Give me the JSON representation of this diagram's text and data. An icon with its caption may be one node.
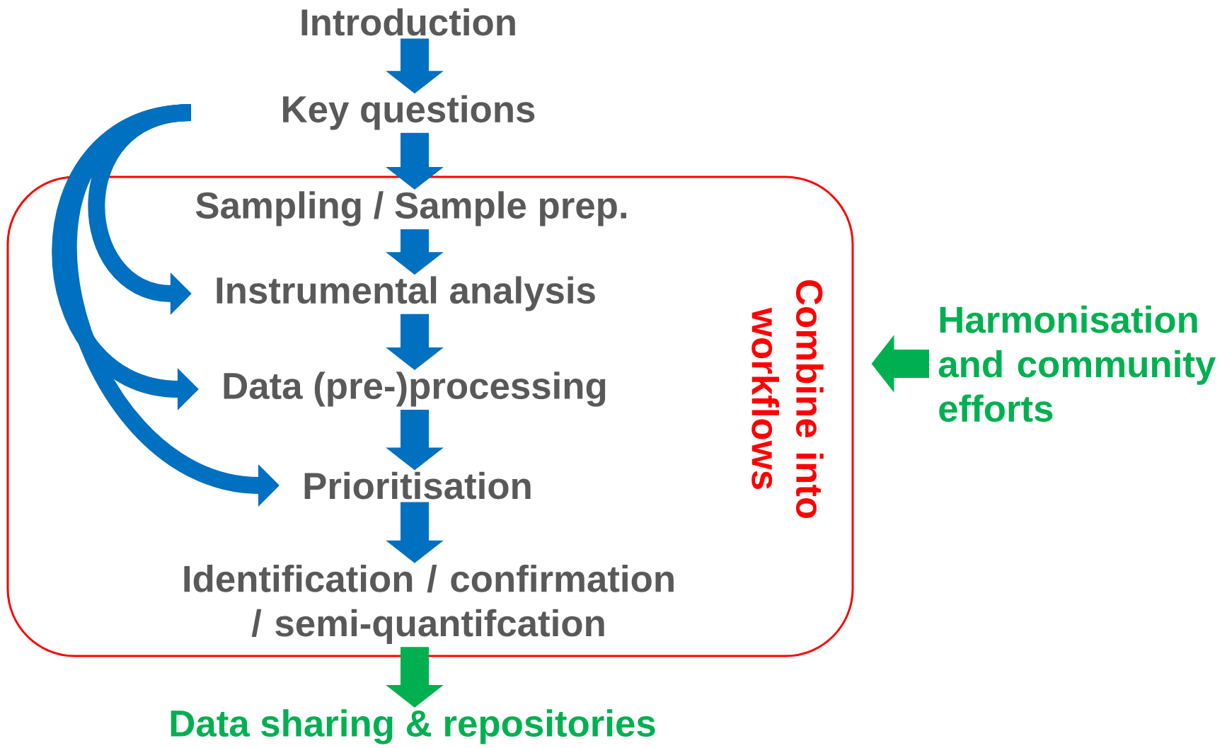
{
  "diagram": {
    "nodes": [
      {
        "text": [
          "Introduction"
        ]
      },
      {
        "text": [
          "Key questions"
        ]
      },
      {
        "text": [
          "Combine into workflows"
        ]
      },
      {
        "text": [
          "Sampling / Sample prep."
        ],
        "in": 2
      },
      {
        "text": [
          "Instrumental analysis"
        ],
        "in": 2
      },
      {
        "text": [
          "Data (pre-)processing"
        ],
        "in": 2
      },
      {
        "text": [
          "Prioritisation"
        ],
        "in": 2
      },
      {
        "text": [
          "Identification / confirmation / semi-quantifcation"
        ],
        "in": 2
      },
      {
        "text": [
          "Data sharing & repositories"
        ]
      },
      {
        "text": [
          "Harmonisation and community efforts"
        ]
      }
    ],
    "edges": [
      {
        "from": 0,
        "to": 1,
        "arrow": "to"
      },
      {
        "from": 1,
        "to": 3,
        "arrow": "to"
      },
      {
        "from": 3,
        "to": 4,
        "arrow": "to"
      },
      {
        "from": 4,
        "to": 5,
        "arrow": "to"
      },
      {
        "from": 5,
        "to": 6,
        "arrow": "to"
      },
      {
        "from": 6,
        "to": 7,
        "arrow": "to"
      },
      {
        "from": 7,
        "to": 8,
        "arrow": "to",
        "color": "#00b050"
      },
      {
        "from": 9,
        "to": 2,
        "arrow": "to",
        "color": "#00b050"
      },
      {
        "from": null,
        "to": 4,
        "arrow": "to"
      },
      {
        "from": null,
        "to": 5,
        "arrow": "to"
      },
      {
        "from": null,
        "to": 6,
        "arrow": "to"
      }
    ]
  }
}
